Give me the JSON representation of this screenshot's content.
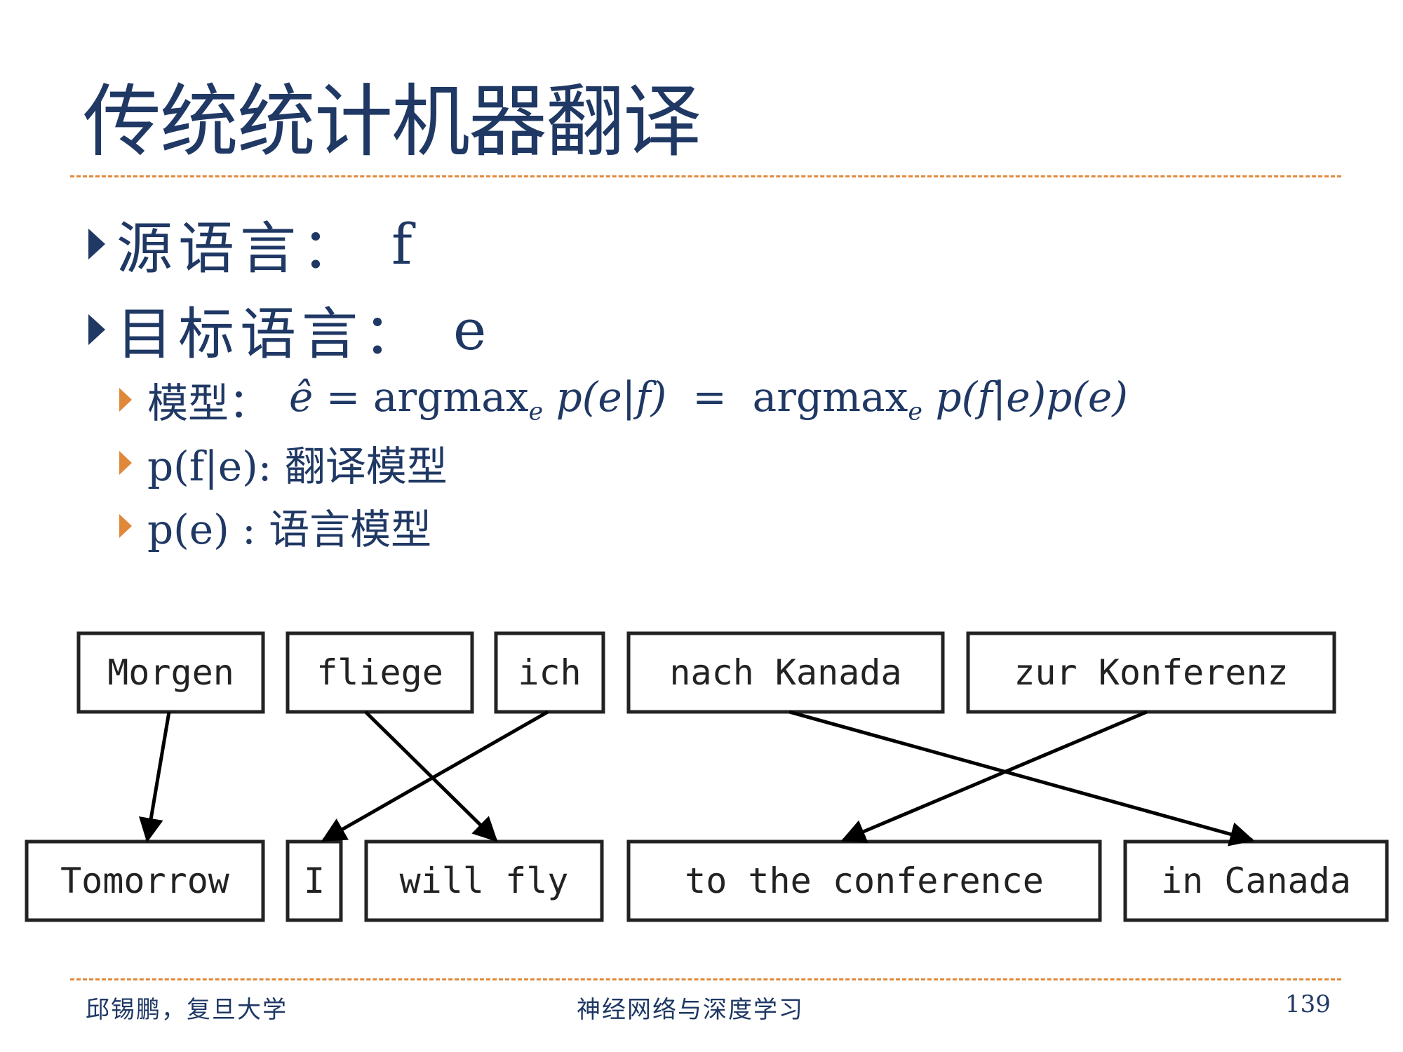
{
  "slide": {
    "title": "传统统计机器翻译",
    "bullets": [
      {
        "key": "源语言：",
        "value": "f"
      },
      {
        "key": "目标语言：",
        "value": "e"
      }
    ],
    "sub_bullets": {
      "model_label": "模型：",
      "translation_model": "p(f|e): 翻译模型",
      "language_model": "p(e) : 语言模型"
    }
  },
  "formula": {
    "hat_e": "ê",
    "eq": "=",
    "argmax": "argmax",
    "sub_e": "e",
    "p_e_given_f": "p(e|f)",
    "p_f_given_e_p_e": "p(f|e)p(e)"
  },
  "alignment": {
    "source_words": [
      "Morgen",
      "fliege",
      "ich",
      "nach Kanada",
      "zur Konferenz"
    ],
    "target_words": [
      "Tomorrow",
      "I",
      "will fly",
      "to the conference",
      "in Canada"
    ],
    "links": [
      [
        0,
        0
      ],
      [
        1,
        2
      ],
      [
        2,
        1
      ],
      [
        3,
        4
      ],
      [
        4,
        3
      ]
    ]
  },
  "footer": {
    "author": "邱锡鹏，复旦大学",
    "course": "神经网络与深度学习",
    "page": "139"
  },
  "colors": {
    "title": "#1f3864",
    "accent": "#e0883a",
    "box_border": "#222222"
  }
}
